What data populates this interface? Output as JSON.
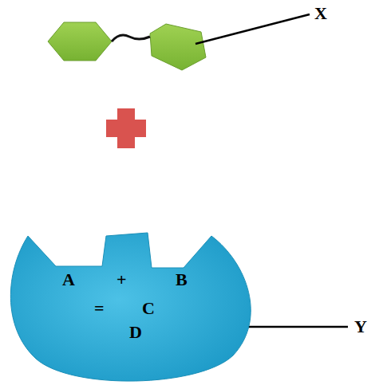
{
  "diagram": {
    "nodes": [
      {
        "text": [
          "A",
          "+",
          "B",
          "=",
          "C",
          "D"
        ]
      }
    ],
    "labels": [
      "X",
      "Y"
    ]
  }
}
